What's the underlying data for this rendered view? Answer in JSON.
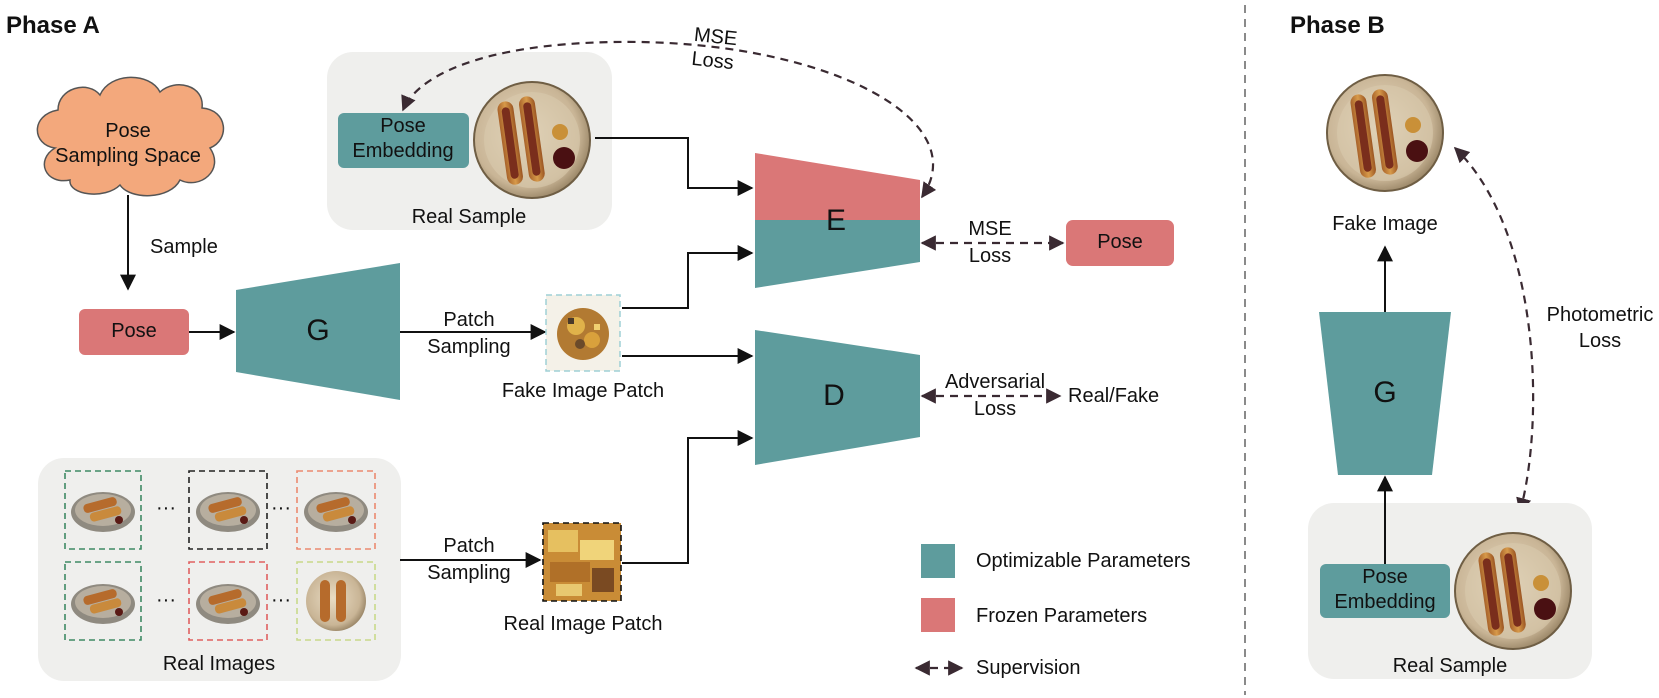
{
  "colors": {
    "optimizable": "#5e9c9d",
    "frozen": "#da7777",
    "cloud": "#f3a87c",
    "panel": "#efefed",
    "arrow": "#111111",
    "supervision": "#3a2a32",
    "divider": "#8a8a8a"
  },
  "phase_a": {
    "title": "Phase A",
    "cloud": {
      "line1": "Pose",
      "line2": "Sampling Space"
    },
    "sample_label": "Sample",
    "pose_box": "Pose",
    "generator": "G",
    "real_sample_panel": {
      "embedding_line1": "Pose",
      "embedding_line2": "Embedding",
      "caption": "Real Sample"
    },
    "mse_top": {
      "line1": "MSE",
      "line2": "Loss"
    },
    "encoder": "E",
    "mse_right": {
      "line1": "MSE",
      "line2": "Loss"
    },
    "pose_output": "Pose",
    "patch_sampling_top": {
      "line1": "Patch",
      "line2": "Sampling"
    },
    "fake_patch_caption": "Fake Image Patch",
    "discriminator": "D",
    "adversarial": {
      "line1": "Adversarial",
      "line2": "Loss"
    },
    "real_fake": "Real/Fake",
    "real_images_caption": "Real Images",
    "ellipsis": "···",
    "patch_sampling_bottom": {
      "line1": "Patch",
      "line2": "Sampling"
    },
    "real_patch_caption": "Real Image Patch"
  },
  "legend": {
    "optimizable": "Optimizable Parameters",
    "frozen": "Frozen Parameters",
    "supervision": "Supervision"
  },
  "phase_b": {
    "title": "Phase B",
    "fake_image_caption": "Fake Image",
    "generator": "G",
    "photometric": {
      "line1": "Photometric",
      "line2": "Loss"
    },
    "embedding_line1": "Pose",
    "embedding_line2": "Embedding",
    "real_sample_caption": "Real Sample"
  }
}
